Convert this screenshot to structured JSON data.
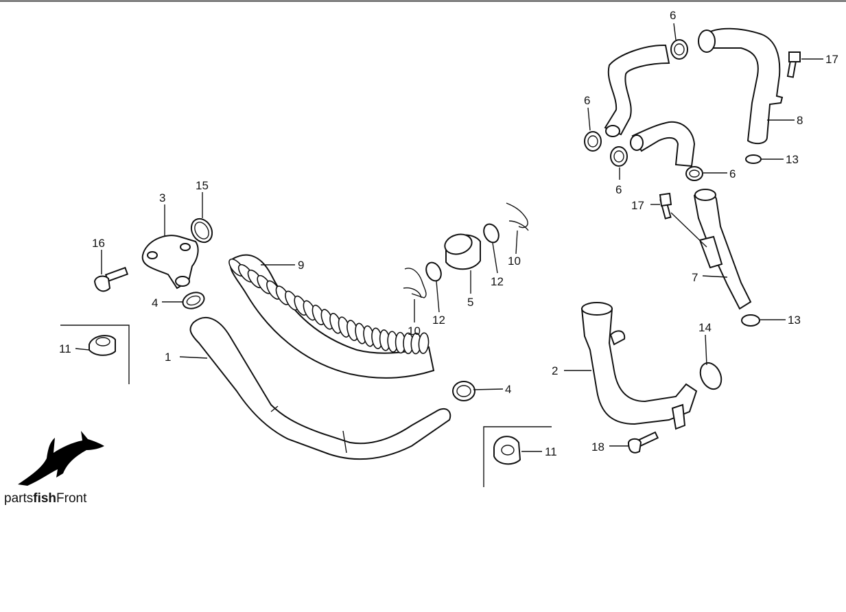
{
  "brand": {
    "prefix": "parts",
    "bold": "fish",
    "suffix": "Front"
  },
  "callouts": [
    {
      "id": "c1",
      "text": "1"
    },
    {
      "id": "c2",
      "text": "2"
    },
    {
      "id": "c3",
      "text": "3"
    },
    {
      "id": "c4a",
      "text": "4"
    },
    {
      "id": "c4b",
      "text": "4"
    },
    {
      "id": "c5",
      "text": "5"
    },
    {
      "id": "c6a",
      "text": "6"
    },
    {
      "id": "c6b",
      "text": "6"
    },
    {
      "id": "c6c",
      "text": "6"
    },
    {
      "id": "c6d",
      "text": "6"
    },
    {
      "id": "c7",
      "text": "7"
    },
    {
      "id": "c8",
      "text": "8"
    },
    {
      "id": "c9",
      "text": "9"
    },
    {
      "id": "c10a",
      "text": "10"
    },
    {
      "id": "c10b",
      "text": "10"
    },
    {
      "id": "c11a",
      "text": "11"
    },
    {
      "id": "c11b",
      "text": "11"
    },
    {
      "id": "c12a",
      "text": "12"
    },
    {
      "id": "c12b",
      "text": "12"
    },
    {
      "id": "c13a",
      "text": "13"
    },
    {
      "id": "c13b",
      "text": "13"
    },
    {
      "id": "c14",
      "text": "14"
    },
    {
      "id": "c15",
      "text": "15"
    },
    {
      "id": "c16",
      "text": "16"
    },
    {
      "id": "c17a",
      "text": "17"
    },
    {
      "id": "c17b",
      "text": "17"
    },
    {
      "id": "c18",
      "text": "18"
    }
  ]
}
